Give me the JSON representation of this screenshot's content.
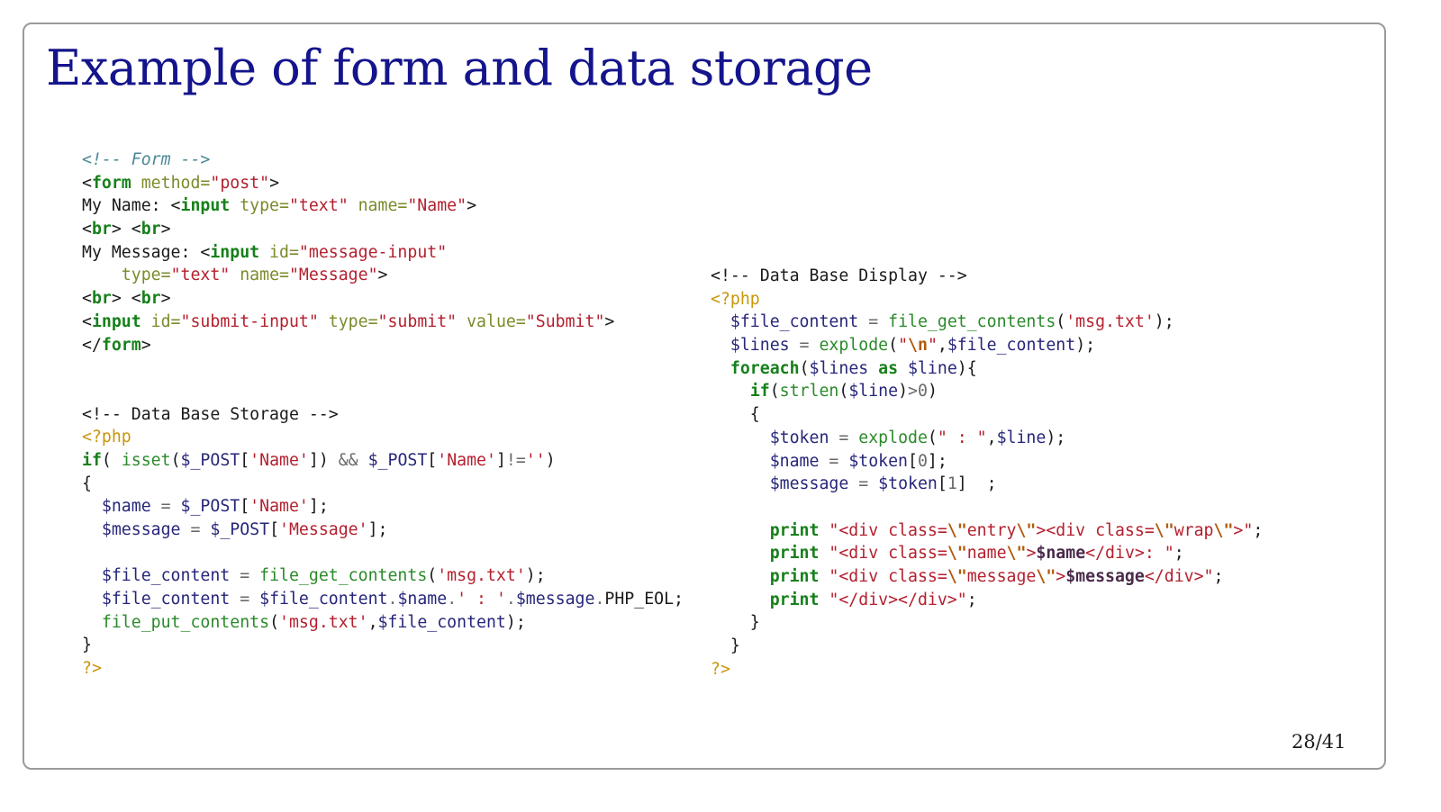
{
  "title": "Example of form and data storage",
  "page_number": "28/41",
  "code_left": [
    [
      [
        "cm",
        "<!-- Form -->"
      ]
    ],
    [
      [
        "t",
        "<"
      ],
      [
        "tag",
        "form"
      ],
      [
        "attr",
        " method="
      ],
      [
        "str",
        "\"post\""
      ],
      [
        "t",
        ">"
      ]
    ],
    [
      [
        "t",
        "My Name: <"
      ],
      [
        "tag",
        "input"
      ],
      [
        "attr",
        " type="
      ],
      [
        "str",
        "\"text\""
      ],
      [
        "attr",
        " name="
      ],
      [
        "str",
        "\"Name\""
      ],
      [
        "t",
        ">"
      ]
    ],
    [
      [
        "t",
        "<"
      ],
      [
        "tag",
        "br"
      ],
      [
        "t",
        "> <"
      ],
      [
        "tag",
        "br"
      ],
      [
        "t",
        ">"
      ]
    ],
    [
      [
        "t",
        "My Message: <"
      ],
      [
        "tag",
        "input"
      ],
      [
        "attr",
        " id="
      ],
      [
        "str",
        "\"message-input\""
      ]
    ],
    [
      [
        "attr",
        "    type="
      ],
      [
        "str",
        "\"text\""
      ],
      [
        "attr",
        " name="
      ],
      [
        "str",
        "\"Message\""
      ],
      [
        "t",
        ">"
      ]
    ],
    [
      [
        "t",
        "<"
      ],
      [
        "tag",
        "br"
      ],
      [
        "t",
        "> <"
      ],
      [
        "tag",
        "br"
      ],
      [
        "t",
        ">"
      ]
    ],
    [
      [
        "t",
        "<"
      ],
      [
        "tag",
        "input"
      ],
      [
        "attr",
        " id="
      ],
      [
        "str",
        "\"submit-input\""
      ],
      [
        "attr",
        " type="
      ],
      [
        "str",
        "\"submit\""
      ],
      [
        "attr",
        " value="
      ],
      [
        "str",
        "\"Submit\""
      ],
      [
        "t",
        ">"
      ]
    ],
    [
      [
        "t",
        "</"
      ],
      [
        "tag",
        "form"
      ],
      [
        "t",
        ">"
      ]
    ],
    [],
    [],
    [
      [
        "t",
        "<!-- Data Base Storage -->"
      ]
    ],
    [
      [
        "php",
        "<?php"
      ]
    ],
    [
      [
        "kw",
        "if"
      ],
      [
        "t",
        "( "
      ],
      [
        "fn",
        "isset"
      ],
      [
        "t",
        "("
      ],
      [
        "var",
        "$_POST"
      ],
      [
        "t",
        "["
      ],
      [
        "str",
        "'Name'"
      ],
      [
        "t",
        "]) "
      ],
      [
        "op",
        "&&"
      ],
      [
        "t",
        " "
      ],
      [
        "var",
        "$_POST"
      ],
      [
        "t",
        "["
      ],
      [
        "str",
        "'Name'"
      ],
      [
        "t",
        "]"
      ],
      [
        "op",
        "!="
      ],
      [
        "str",
        "''"
      ],
      [
        "t",
        ")"
      ]
    ],
    [
      [
        "t",
        "{"
      ]
    ],
    [
      [
        "t",
        "  "
      ],
      [
        "var",
        "$name"
      ],
      [
        "op",
        " = "
      ],
      [
        "var",
        "$_POST"
      ],
      [
        "t",
        "["
      ],
      [
        "str",
        "'Name'"
      ],
      [
        "t",
        "];"
      ]
    ],
    [
      [
        "t",
        "  "
      ],
      [
        "var",
        "$message"
      ],
      [
        "op",
        " = "
      ],
      [
        "var",
        "$_POST"
      ],
      [
        "t",
        "["
      ],
      [
        "str",
        "'Message'"
      ],
      [
        "t",
        "];"
      ]
    ],
    [],
    [
      [
        "t",
        "  "
      ],
      [
        "var",
        "$file_content"
      ],
      [
        "op",
        " = "
      ],
      [
        "fn",
        "file_get_contents"
      ],
      [
        "t",
        "("
      ],
      [
        "str",
        "'msg.txt'"
      ],
      [
        "t",
        ");"
      ]
    ],
    [
      [
        "t",
        "  "
      ],
      [
        "var",
        "$file_content"
      ],
      [
        "op",
        " = "
      ],
      [
        "var",
        "$file_content"
      ],
      [
        "op",
        "."
      ],
      [
        "var",
        "$name"
      ],
      [
        "op",
        "."
      ],
      [
        "str",
        "' : '"
      ],
      [
        "op",
        "."
      ],
      [
        "var",
        "$message"
      ],
      [
        "op",
        "."
      ],
      [
        "t",
        "PHP_EOL;"
      ]
    ],
    [
      [
        "t",
        "  "
      ],
      [
        "fn",
        "file_put_contents"
      ],
      [
        "t",
        "("
      ],
      [
        "str",
        "'msg.txt'"
      ],
      [
        "t",
        ","
      ],
      [
        "var",
        "$file_content"
      ],
      [
        "t",
        ");"
      ]
    ],
    [
      [
        "t",
        "}"
      ]
    ],
    [
      [
        "php",
        "?>"
      ]
    ]
  ],
  "code_right": [
    [
      [
        "t",
        "<!-- Data Base Display -->"
      ]
    ],
    [
      [
        "php",
        "<?php"
      ]
    ],
    [
      [
        "t",
        "  "
      ],
      [
        "var",
        "$file_content"
      ],
      [
        "op",
        " = "
      ],
      [
        "fn",
        "file_get_contents"
      ],
      [
        "t",
        "("
      ],
      [
        "str",
        "'msg.txt'"
      ],
      [
        "t",
        ");"
      ]
    ],
    [
      [
        "t",
        "  "
      ],
      [
        "var",
        "$lines"
      ],
      [
        "op",
        " = "
      ],
      [
        "fn",
        "explode"
      ],
      [
        "t",
        "("
      ],
      [
        "str",
        "\""
      ],
      [
        "esc",
        "\\n"
      ],
      [
        "str",
        "\""
      ],
      [
        "t",
        ","
      ],
      [
        "var",
        "$file_content"
      ],
      [
        "t",
        ");"
      ]
    ],
    [
      [
        "t",
        "  "
      ],
      [
        "kw",
        "foreach"
      ],
      [
        "t",
        "("
      ],
      [
        "var",
        "$lines"
      ],
      [
        "t",
        " "
      ],
      [
        "kw",
        "as"
      ],
      [
        "t",
        " "
      ],
      [
        "var",
        "$line"
      ],
      [
        "t",
        "){"
      ]
    ],
    [
      [
        "t",
        "    "
      ],
      [
        "kw",
        "if"
      ],
      [
        "t",
        "("
      ],
      [
        "fn",
        "strlen"
      ],
      [
        "t",
        "("
      ],
      [
        "var",
        "$line"
      ],
      [
        "t",
        ")"
      ],
      [
        "op",
        ">"
      ],
      [
        "num",
        "0"
      ],
      [
        "t",
        ")"
      ]
    ],
    [
      [
        "t",
        "    {"
      ]
    ],
    [
      [
        "t",
        "      "
      ],
      [
        "var",
        "$token"
      ],
      [
        "op",
        " = "
      ],
      [
        "fn",
        "explode"
      ],
      [
        "t",
        "("
      ],
      [
        "str",
        "\" : \""
      ],
      [
        "t",
        ","
      ],
      [
        "var",
        "$line"
      ],
      [
        "t",
        ");"
      ]
    ],
    [
      [
        "t",
        "      "
      ],
      [
        "var",
        "$name"
      ],
      [
        "op",
        " = "
      ],
      [
        "var",
        "$token"
      ],
      [
        "t",
        "["
      ],
      [
        "num",
        "0"
      ],
      [
        "t",
        "];"
      ]
    ],
    [
      [
        "t",
        "      "
      ],
      [
        "var",
        "$message"
      ],
      [
        "op",
        " = "
      ],
      [
        "var",
        "$token"
      ],
      [
        "t",
        "["
      ],
      [
        "num",
        "1"
      ],
      [
        "t",
        "]  ;"
      ]
    ],
    [],
    [
      [
        "t",
        "      "
      ],
      [
        "kw",
        "print"
      ],
      [
        "t",
        " "
      ],
      [
        "str",
        "\"<div class="
      ],
      [
        "esc",
        "\\\""
      ],
      [
        "str",
        "entry"
      ],
      [
        "esc",
        "\\\""
      ],
      [
        "str",
        "><div class="
      ],
      [
        "esc",
        "\\\""
      ],
      [
        "str",
        "wrap"
      ],
      [
        "esc",
        "\\\""
      ],
      [
        "str",
        ">\""
      ],
      [
        "t",
        ";"
      ]
    ],
    [
      [
        "t",
        "      "
      ],
      [
        "kw",
        "print"
      ],
      [
        "t",
        " "
      ],
      [
        "str",
        "\"<div class="
      ],
      [
        "esc",
        "\\\""
      ],
      [
        "str",
        "name"
      ],
      [
        "esc",
        "\\\""
      ],
      [
        "str",
        ">"
      ],
      [
        "bvar",
        "$name"
      ],
      [
        "str",
        "</div>: \""
      ],
      [
        "t",
        ";"
      ]
    ],
    [
      [
        "t",
        "      "
      ],
      [
        "kw",
        "print"
      ],
      [
        "t",
        " "
      ],
      [
        "str",
        "\"<div class="
      ],
      [
        "esc",
        "\\\""
      ],
      [
        "str",
        "message"
      ],
      [
        "esc",
        "\\\""
      ],
      [
        "str",
        ">"
      ],
      [
        "bvar",
        "$message"
      ],
      [
        "str",
        "</div>\""
      ],
      [
        "t",
        ";"
      ]
    ],
    [
      [
        "t",
        "      "
      ],
      [
        "kw",
        "print"
      ],
      [
        "t",
        " "
      ],
      [
        "str",
        "\"</div></div>\""
      ],
      [
        "t",
        ";"
      ]
    ],
    [
      [
        "t",
        "    }"
      ]
    ],
    [
      [
        "t",
        "  }"
      ]
    ],
    [
      [
        "php",
        "?>"
      ]
    ]
  ],
  "colors": {
    "title": "#14148c",
    "keyword": "#16801a",
    "string": "#b3202e",
    "variable": "#26267a",
    "php_tag": "#c8960c"
  }
}
